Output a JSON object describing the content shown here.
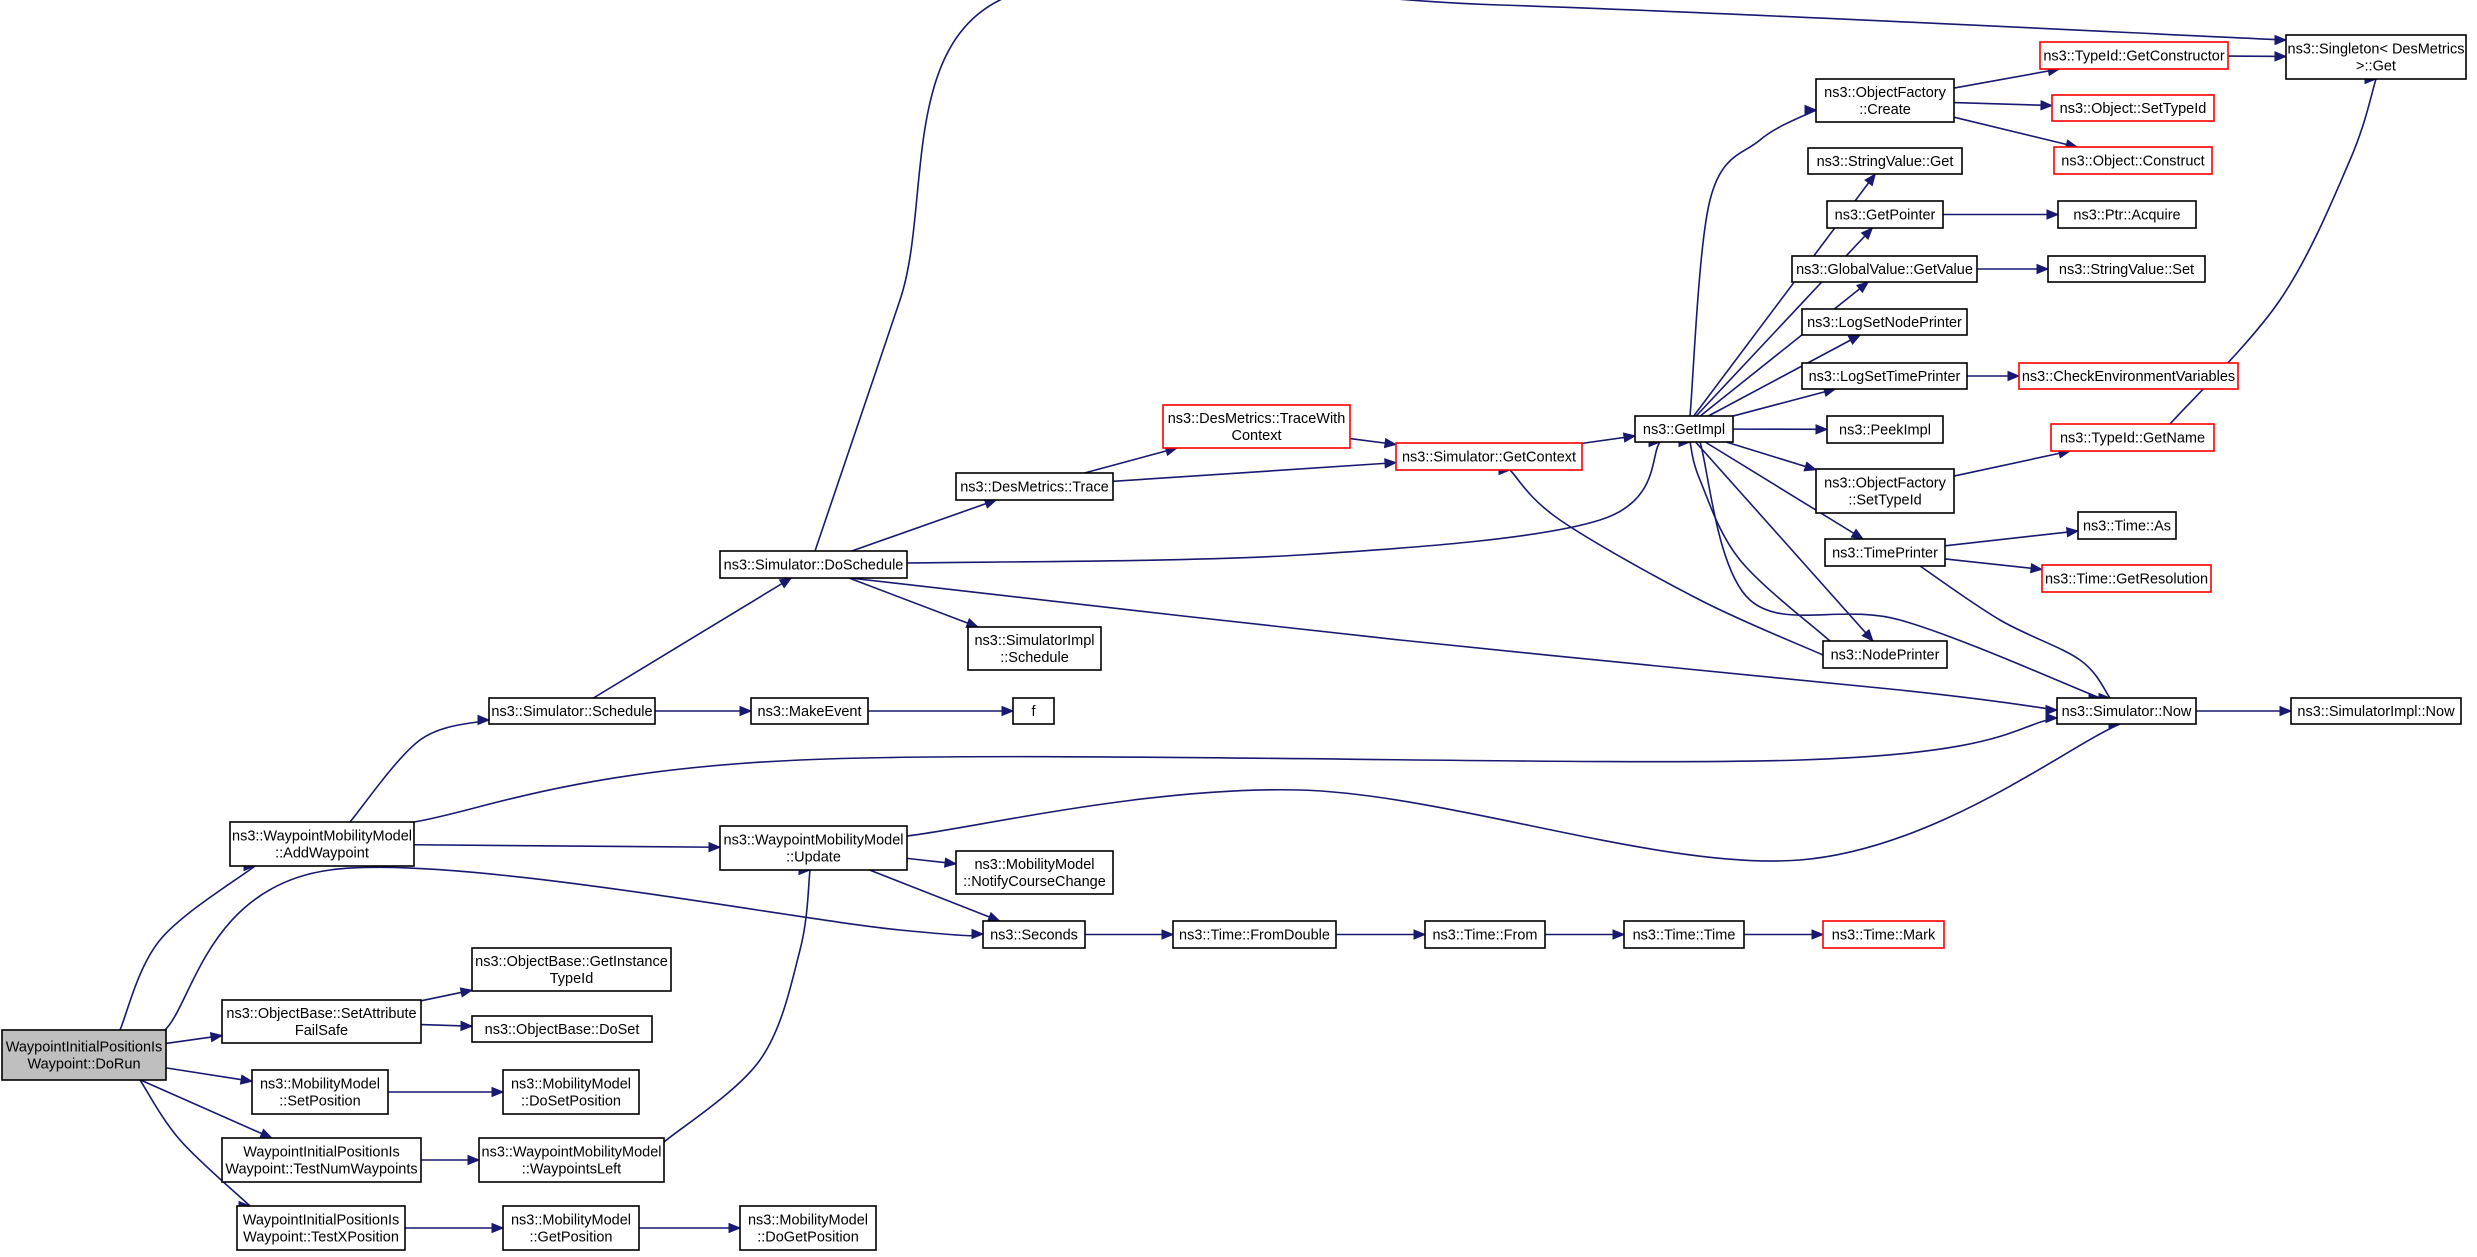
{
  "colors": {
    "edge": "#191970",
    "node_border": "#000000",
    "node_border_truncated": "#ff0000",
    "root_fill": "#bfbfbf",
    "node_fill": "#ffffff"
  },
  "nodes": [
    {
      "id": "root",
      "lines": [
        "WaypointInitialPositionIs",
        "Waypoint::DoRun"
      ],
      "style": "root"
    },
    {
      "id": "addWaypoint",
      "lines": [
        "ns3::WaypointMobilityModel",
        "::AddWaypoint"
      ]
    },
    {
      "id": "simSchedule",
      "lines": [
        "ns3::Simulator::Schedule"
      ]
    },
    {
      "id": "simDoSchedule",
      "lines": [
        "ns3::Simulator::DoSchedule"
      ]
    },
    {
      "id": "desTrace",
      "lines": [
        "ns3::DesMetrics::Trace"
      ]
    },
    {
      "id": "desTraceCtx",
      "lines": [
        "ns3::DesMetrics::TraceWith",
        "Context"
      ],
      "style": "red"
    },
    {
      "id": "simGetContext",
      "lines": [
        "ns3::Simulator::GetContext"
      ],
      "style": "red"
    },
    {
      "id": "getImpl",
      "lines": [
        "ns3::GetImpl"
      ]
    },
    {
      "id": "ofCreate",
      "lines": [
        "ns3::ObjectFactory",
        "::Create"
      ]
    },
    {
      "id": "tidGetCtor",
      "lines": [
        "ns3::TypeId::GetConstructor"
      ],
      "style": "red"
    },
    {
      "id": "singletonGet",
      "lines": [
        "ns3::Singleton< DesMetrics",
        " >::Get"
      ]
    },
    {
      "id": "objSetTypeId",
      "lines": [
        "ns3::Object::SetTypeId"
      ],
      "style": "red"
    },
    {
      "id": "objConstruct",
      "lines": [
        "ns3::Object::Construct"
      ],
      "style": "red"
    },
    {
      "id": "strValGet",
      "lines": [
        "ns3::StringValue::Get"
      ]
    },
    {
      "id": "getPointer",
      "lines": [
        "ns3::GetPointer"
      ]
    },
    {
      "id": "ptrAcquire",
      "lines": [
        "ns3::Ptr::Acquire"
      ]
    },
    {
      "id": "gvGetValue",
      "lines": [
        "ns3::GlobalValue::GetValue"
      ]
    },
    {
      "id": "strValSet",
      "lines": [
        "ns3::StringValue::Set"
      ]
    },
    {
      "id": "logSetNodePrinter",
      "lines": [
        "ns3::LogSetNodePrinter"
      ]
    },
    {
      "id": "logSetTimePrinter",
      "lines": [
        "ns3::LogSetTimePrinter"
      ]
    },
    {
      "id": "checkEnv",
      "lines": [
        "ns3::CheckEnvironmentVariables"
      ],
      "style": "red"
    },
    {
      "id": "peekImpl",
      "lines": [
        "ns3::PeekImpl"
      ]
    },
    {
      "id": "ofSetTypeId",
      "lines": [
        "ns3::ObjectFactory",
        "::SetTypeId"
      ]
    },
    {
      "id": "tidGetName",
      "lines": [
        "ns3::TypeId::GetName"
      ],
      "style": "red"
    },
    {
      "id": "timePrinter",
      "lines": [
        "ns3::TimePrinter"
      ]
    },
    {
      "id": "timeAs",
      "lines": [
        "ns3::Time::As"
      ]
    },
    {
      "id": "timeGetRes",
      "lines": [
        "ns3::Time::GetResolution"
      ],
      "style": "red"
    },
    {
      "id": "nodePrinter",
      "lines": [
        "ns3::NodePrinter"
      ]
    },
    {
      "id": "simImplSchedule",
      "lines": [
        "ns3::SimulatorImpl",
        "::Schedule"
      ]
    },
    {
      "id": "makeEvent",
      "lines": [
        "ns3::MakeEvent"
      ]
    },
    {
      "id": "f",
      "lines": [
        "f"
      ]
    },
    {
      "id": "simNow",
      "lines": [
        "ns3::Simulator::Now"
      ]
    },
    {
      "id": "simImplNow",
      "lines": [
        "ns3::SimulatorImpl::Now"
      ]
    },
    {
      "id": "wmmUpdate",
      "lines": [
        "ns3::WaypointMobilityModel",
        "::Update"
      ]
    },
    {
      "id": "mmNotify",
      "lines": [
        "ns3::MobilityModel",
        "::NotifyCourseChange"
      ]
    },
    {
      "id": "seconds",
      "lines": [
        "ns3::Seconds"
      ]
    },
    {
      "id": "timeFromDouble",
      "lines": [
        "ns3::Time::FromDouble"
      ]
    },
    {
      "id": "timeFrom",
      "lines": [
        "ns3::Time::From"
      ]
    },
    {
      "id": "timeTime",
      "lines": [
        "ns3::Time::Time"
      ]
    },
    {
      "id": "timeMark",
      "lines": [
        "ns3::Time::Mark"
      ],
      "style": "red"
    },
    {
      "id": "obSetAttr",
      "lines": [
        "ns3::ObjectBase::SetAttribute",
        "FailSafe"
      ]
    },
    {
      "id": "obGetInstTid",
      "lines": [
        "ns3::ObjectBase::GetInstance",
        "TypeId"
      ]
    },
    {
      "id": "obDoSet",
      "lines": [
        "ns3::ObjectBase::DoSet"
      ]
    },
    {
      "id": "mmSetPos",
      "lines": [
        "ns3::MobilityModel",
        "::SetPosition"
      ]
    },
    {
      "id": "mmDoSetPos",
      "lines": [
        "ns3::MobilityModel",
        "::DoSetPosition"
      ]
    },
    {
      "id": "testNumWp",
      "lines": [
        "WaypointInitialPositionIs",
        "Waypoint::TestNumWaypoints"
      ]
    },
    {
      "id": "wmmWpLeft",
      "lines": [
        "ns3::WaypointMobilityModel",
        "::WaypointsLeft"
      ]
    },
    {
      "id": "testXPos",
      "lines": [
        "WaypointInitialPositionIs",
        "Waypoint::TestXPosition"
      ]
    },
    {
      "id": "mmGetPos",
      "lines": [
        "ns3::MobilityModel",
        "::GetPosition"
      ]
    },
    {
      "id": "mmDoGetPos",
      "lines": [
        "ns3::MobilityModel",
        "::DoGetPosition"
      ]
    }
  ]
}
